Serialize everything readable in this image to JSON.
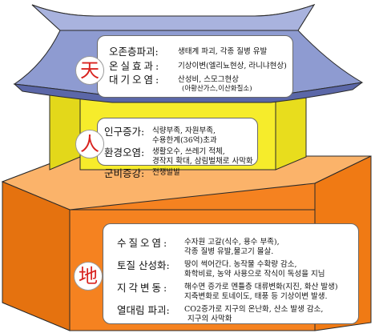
{
  "colors": {
    "roof": "#8e9bd1",
    "roof_dark": "#5b67a8",
    "middle_block": "#f6ec2b",
    "bottom_block": "#f58220",
    "char_red": "#d8231f"
  },
  "heaven": {
    "char": "天",
    "items": [
      {
        "label": "오존층파괴:",
        "desc": "생태계 파괴, 각종 질병 유발"
      },
      {
        "label": "온실효과:",
        "desc": "기상이변(엘리뇨현상, 라니냐현상)"
      },
      {
        "label": "대기오염:",
        "desc": "산성비, 스모그현상",
        "desc2": "(아황산가스,이산화질소)"
      }
    ]
  },
  "human": {
    "char": "人",
    "items": [
      {
        "label": "인구증가:",
        "desc": "식량부족, 자원부족,",
        "desc2": "수용한계(36억)초과"
      },
      {
        "label": "환경오염:",
        "desc": "생활오수, 쓰레기 적체,",
        "desc2": "경작지 확대, 삼림벌채로 사막화"
      },
      {
        "label": "군비증강:",
        "desc": "전쟁발발"
      }
    ]
  },
  "earth": {
    "char": "地",
    "items": [
      {
        "label": "수질오염:",
        "desc": "수자원 고갈(식수, 용수 부족),",
        "desc2": "각종 질병 유발,물고기 몰살."
      },
      {
        "label": "토질 산성화:",
        "desc": "땅이 썩어간다. 농작물 수확량 감소,",
        "desc2": "화학비료, 농약 사용으로 작식이 독성을 지님"
      },
      {
        "label": "지각변동:",
        "desc": "해수면 증가로 멘틀층 대류변화(지진, 화산 발생)",
        "desc2": "지축변화로 토네이도, 태풍 등 기상이변 발생."
      },
      {
        "label": "열대림 파괴:",
        "desc": "CO2증가로 지구의 온난화, 산소 발생 감소,",
        "desc2": "지구의 사막화"
      }
    ]
  }
}
